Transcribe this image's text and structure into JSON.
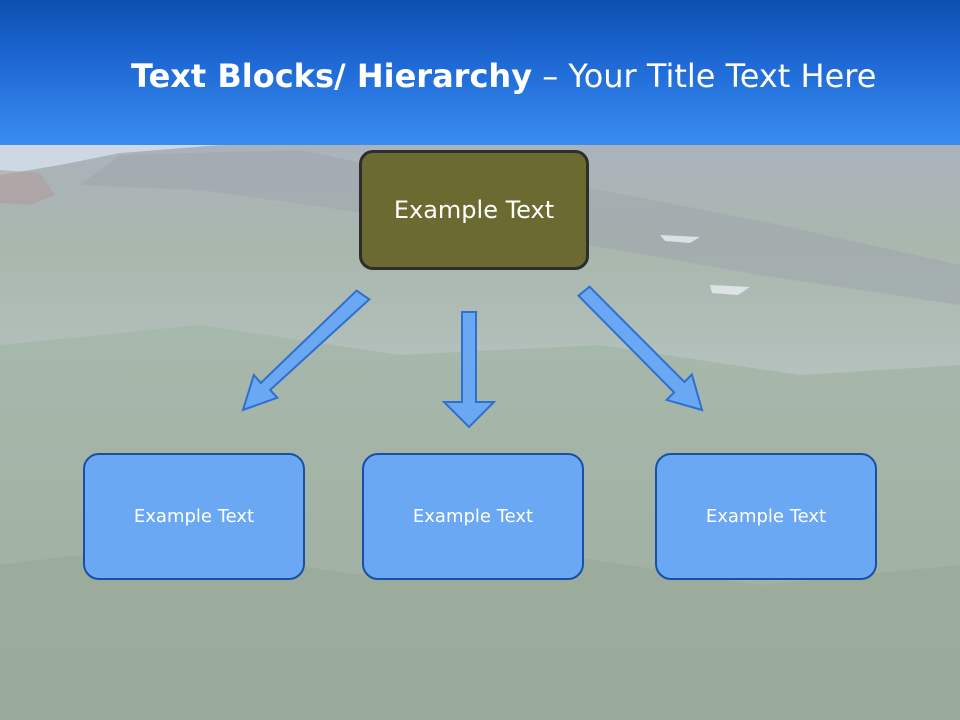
{
  "slide": {
    "title_bold": "Text Blocks/ Hierarchy",
    "title_dash": " – ",
    "title_rest": "Your Title Text Here"
  },
  "colors": {
    "header_top": "#0d4fb0",
    "header_bottom": "#3a8cf0",
    "top_box_fill": "#6b6a31",
    "child_box_fill": "#6aa8f4",
    "arrow_fill": "#6aa8f4",
    "arrow_stroke": "#2f6fce"
  },
  "diagram": {
    "top_node": {
      "label": "Example Text"
    },
    "child_nodes": [
      {
        "label": "Example Text"
      },
      {
        "label": "Example Text"
      },
      {
        "label": "Example Text"
      }
    ]
  }
}
